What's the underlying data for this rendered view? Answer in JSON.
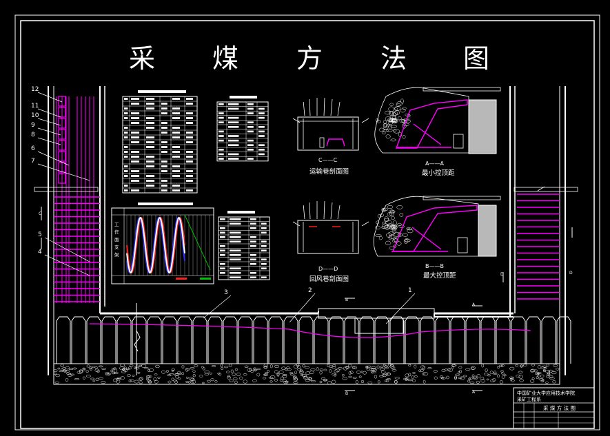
{
  "title_chars": [
    "采",
    "煤",
    "方",
    "法",
    "图"
  ],
  "number_labels": [
    "12",
    "11",
    "10",
    "9",
    "8",
    "6",
    "7",
    "5",
    "4",
    "3",
    "2",
    "1"
  ],
  "sections": {
    "cc_mark": "C——C",
    "cc_caption": "运输巷剖面图",
    "aa_mark": "A——A",
    "aa_caption": "最小控顶距",
    "dd_mark": "D——D",
    "dd_caption": "回风巷剖面图",
    "bb_mark": "B——B",
    "bb_caption": "最大控顶距"
  },
  "section_letters": {
    "a": "A",
    "b": "B",
    "c": "C",
    "d": "D"
  },
  "chart_axis_label": "工作面支架",
  "title_block": {
    "school": "中国矿业大学应用技术学院",
    "department": "采矿工程系",
    "drawing_name": "采 煤 方 法 图"
  },
  "colors": {
    "frame": "#ffffff",
    "magenta": "#ff00ff",
    "gray_fill": "#b8b8b8",
    "red": "#ff2020",
    "blue": "#3030ff",
    "green": "#00c000"
  }
}
